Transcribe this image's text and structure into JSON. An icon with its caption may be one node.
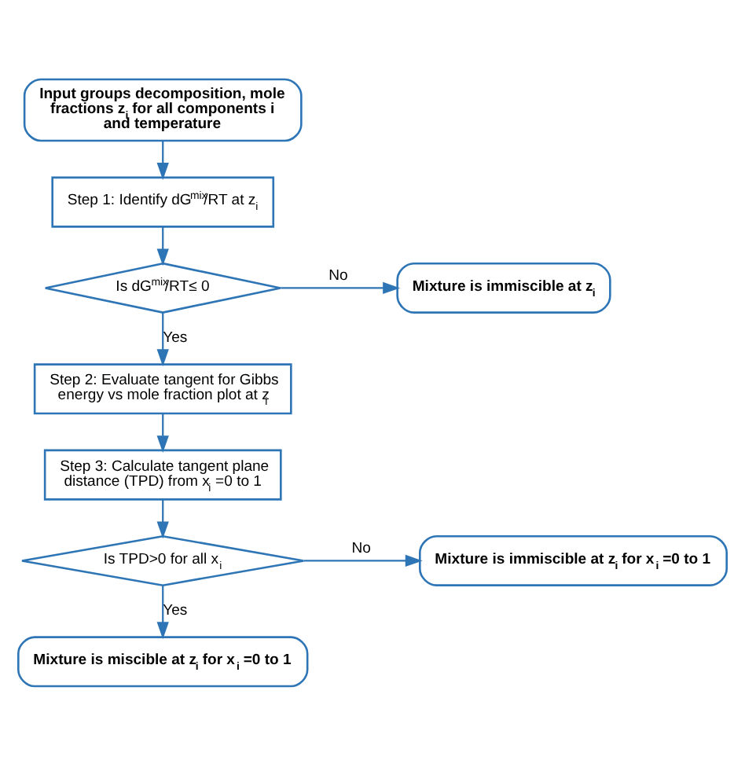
{
  "diagram": {
    "nodes": [
      {
        "text": [
          "Input groups decomposition, mole fractions z$_{i}$ for all components i and temperature"
        ]
      },
      {
        "text": [
          "Step 1: Identify dG$^{mix}$/RT at z$_{i}$"
        ]
      },
      {
        "text": [
          "Is dG$^{mix}$/RT≤ 0"
        ]
      },
      {
        "text": [
          "Mixture is immiscible at z$_{i}$"
        ]
      },
      {
        "text": [
          "Step 2: Evaluate tangent for Gibbs energy vs mole fraction plot at z$_{i}$"
        ]
      },
      {
        "text": [
          "Step 3: Calculate tangent plane distance (TPD) from x$_{i}$ =0 to 1"
        ]
      },
      {
        "text": [
          "Is TPD>0 for all x$_{i}$"
        ]
      },
      {
        "text": [
          "Mixture is immiscible at z$_{i}$ for x$_{i}$ =0 to 1"
        ]
      },
      {
        "text": [
          "Mixture is miscible at z$_{i}$ for x$_{i}$ =0 to 1"
        ]
      }
    ],
    "edges": [
      {
        "from": 0,
        "to": 1,
        "arrow": "to"
      },
      {
        "from": 1,
        "to": 2,
        "arrow": "to"
      },
      {
        "from": 2,
        "to": 3,
        "arrow": "to",
        "label": "No"
      },
      {
        "from": 2,
        "to": 4,
        "arrow": "to",
        "label": "Yes"
      },
      {
        "from": 4,
        "to": 5,
        "arrow": "to"
      },
      {
        "from": 5,
        "to": 6,
        "arrow": "to"
      },
      {
        "from": 6,
        "to": 7,
        "arrow": "to",
        "label": "No"
      },
      {
        "from": 6,
        "to": 8,
        "arrow": "to",
        "label": "Yes"
      }
    ]
  }
}
